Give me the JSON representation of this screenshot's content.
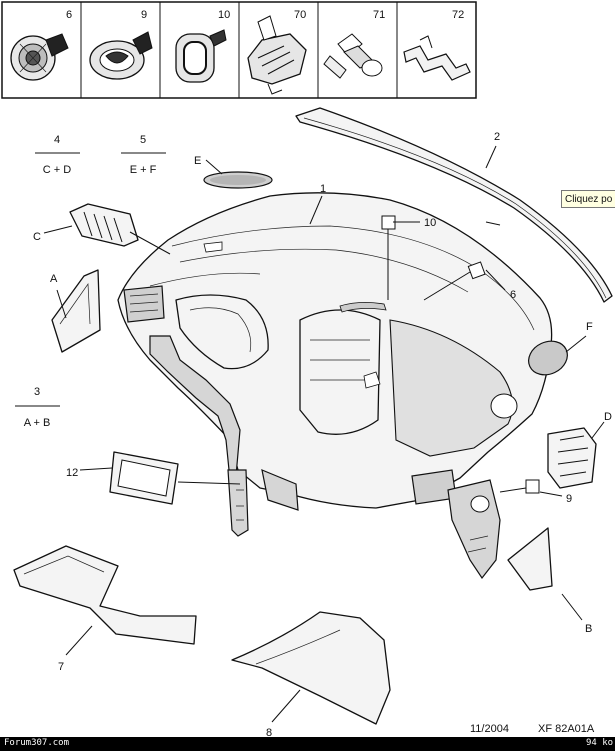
{
  "fasteners": [
    {
      "num": "6",
      "icon": "trim-grommet-icon"
    },
    {
      "num": "9",
      "icon": "round-clip-icon"
    },
    {
      "num": "10",
      "icon": "oval-clip-icon"
    },
    {
      "num": "70",
      "icon": "bracket-clip-icon"
    },
    {
      "num": "71",
      "icon": "push-pin-icon"
    },
    {
      "num": "72",
      "icon": "spring-clip-icon"
    }
  ],
  "fractions": [
    {
      "num": "4",
      "den": "C + D"
    },
    {
      "num": "5",
      "den": "E + F"
    },
    {
      "num": "3",
      "den": "A + B"
    }
  ],
  "callouts": {
    "c1": "1",
    "c2": "2",
    "c6": "6",
    "c7": "7",
    "c8": "8",
    "c9": "9",
    "c10": "10",
    "c12": "12",
    "cA": "A",
    "cB": "B",
    "cC": "C",
    "cD": "D",
    "cE": "E",
    "cF": "F"
  },
  "tooltip": "Cliquez po",
  "date": "11/2004",
  "reference": "XF 82A01A",
  "footer_left": "Forum307.com",
  "footer_right": "94 ko"
}
